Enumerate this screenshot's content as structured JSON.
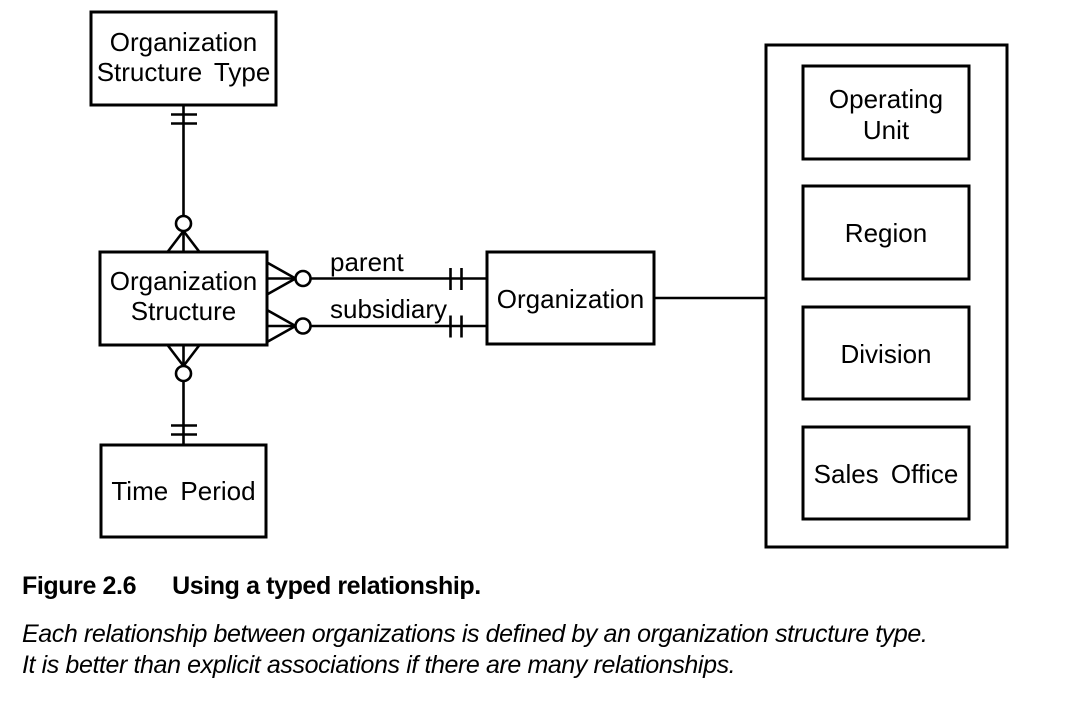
{
  "colors": {
    "background": "#ffffff",
    "line": "#000000",
    "text": "#000000"
  },
  "diagram": {
    "entities": {
      "org_structure_type": {
        "line1": "Organization",
        "line2": "Structure Type"
      },
      "org_structure": {
        "line1": "Organization",
        "line2": "Structure"
      },
      "time_period": {
        "label": "Time Period"
      },
      "organization": {
        "label": "Organization"
      },
      "operating_unit": {
        "line1": "Operating",
        "line2": "Unit"
      },
      "region": {
        "label": "Region"
      },
      "division": {
        "label": "Division"
      },
      "sales_office": {
        "label": "Sales Office"
      }
    },
    "relationship_labels": {
      "parent": "parent",
      "subsidiary": "subsidiary"
    },
    "notation": {
      "one_mark": "double-tick",
      "many_optional_mark": "circle-and-crowfoot"
    }
  },
  "caption": {
    "figure_label": "Figure 2.6",
    "figure_title": "Using a typed relationship."
  },
  "description": {
    "line1": "Each relationship between organizations is defined by an organization structure type.",
    "line2": "It is better than explicit associations if there are many relationships."
  }
}
